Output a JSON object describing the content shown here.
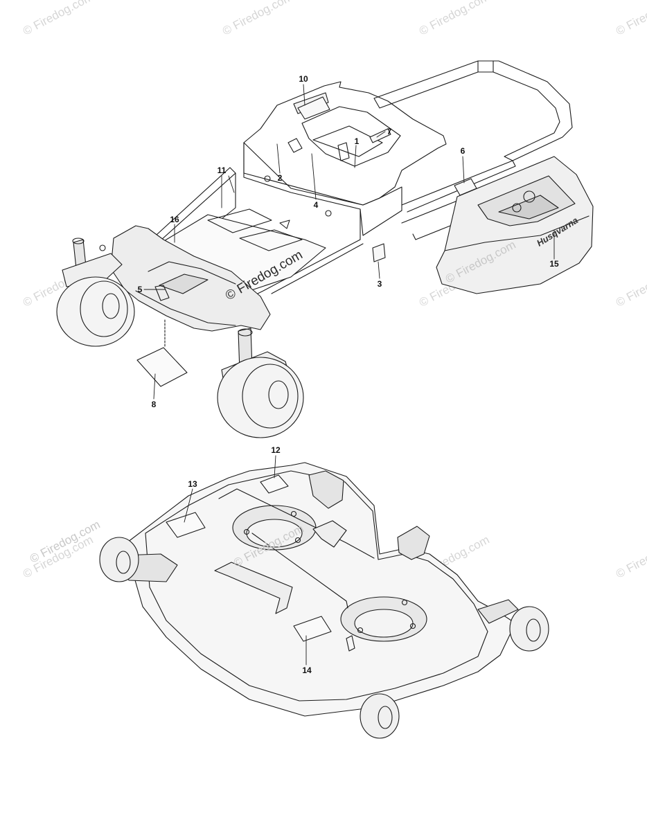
{
  "watermark": {
    "text": "© Firedog.com"
  },
  "brand_mark": "Husqvarna",
  "callouts": [
    {
      "id": "c1",
      "label": "1"
    },
    {
      "id": "c2",
      "label": "2"
    },
    {
      "id": "c3",
      "label": "3"
    },
    {
      "id": "c4",
      "label": "4"
    },
    {
      "id": "c5",
      "label": "5"
    },
    {
      "id": "c6",
      "label": "6"
    },
    {
      "id": "c7",
      "label": "7"
    },
    {
      "id": "c8",
      "label": "8"
    },
    {
      "id": "c10",
      "label": "10"
    },
    {
      "id": "c11",
      "label": "11"
    },
    {
      "id": "c12",
      "label": "12"
    },
    {
      "id": "c13",
      "label": "13"
    },
    {
      "id": "c14",
      "label": "14"
    },
    {
      "id": "c15",
      "label": "15"
    },
    {
      "id": "c16",
      "label": "16"
    }
  ],
  "colors": {
    "line": "#1a1a1a",
    "watermark": "#d6d6d6"
  }
}
